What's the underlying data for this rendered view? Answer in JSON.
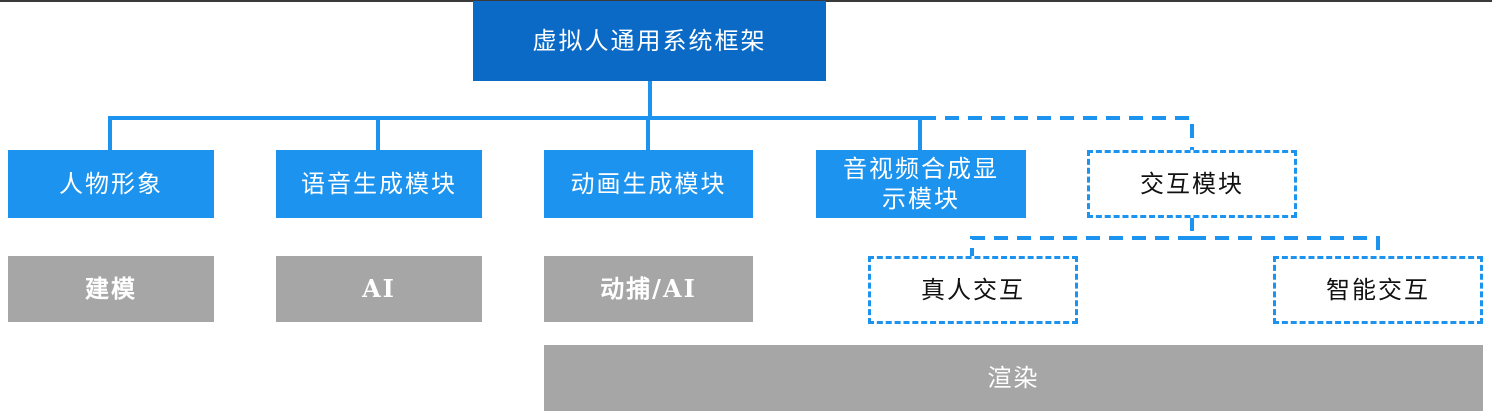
{
  "root": {
    "label": "虚拟人通用系统框架"
  },
  "modules": [
    {
      "label": "人物形象"
    },
    {
      "label": "语音生成模块"
    },
    {
      "label": "动画生成模块"
    },
    {
      "label": "音视频合成显示模块"
    }
  ],
  "interaction": {
    "label": "交互模块",
    "children": [
      {
        "label": "真人交互"
      },
      {
        "label": "智能交互"
      }
    ]
  },
  "techniques": [
    {
      "label": "建模"
    },
    {
      "label": "AI"
    },
    {
      "label": "动捕/AI"
    }
  ],
  "rendering": {
    "label": "渲染"
  },
  "colors": {
    "root": "#0a6ac6",
    "module": "#1c93ee",
    "technique": "#a6a6a6",
    "dashed_border": "#1c93ee"
  }
}
